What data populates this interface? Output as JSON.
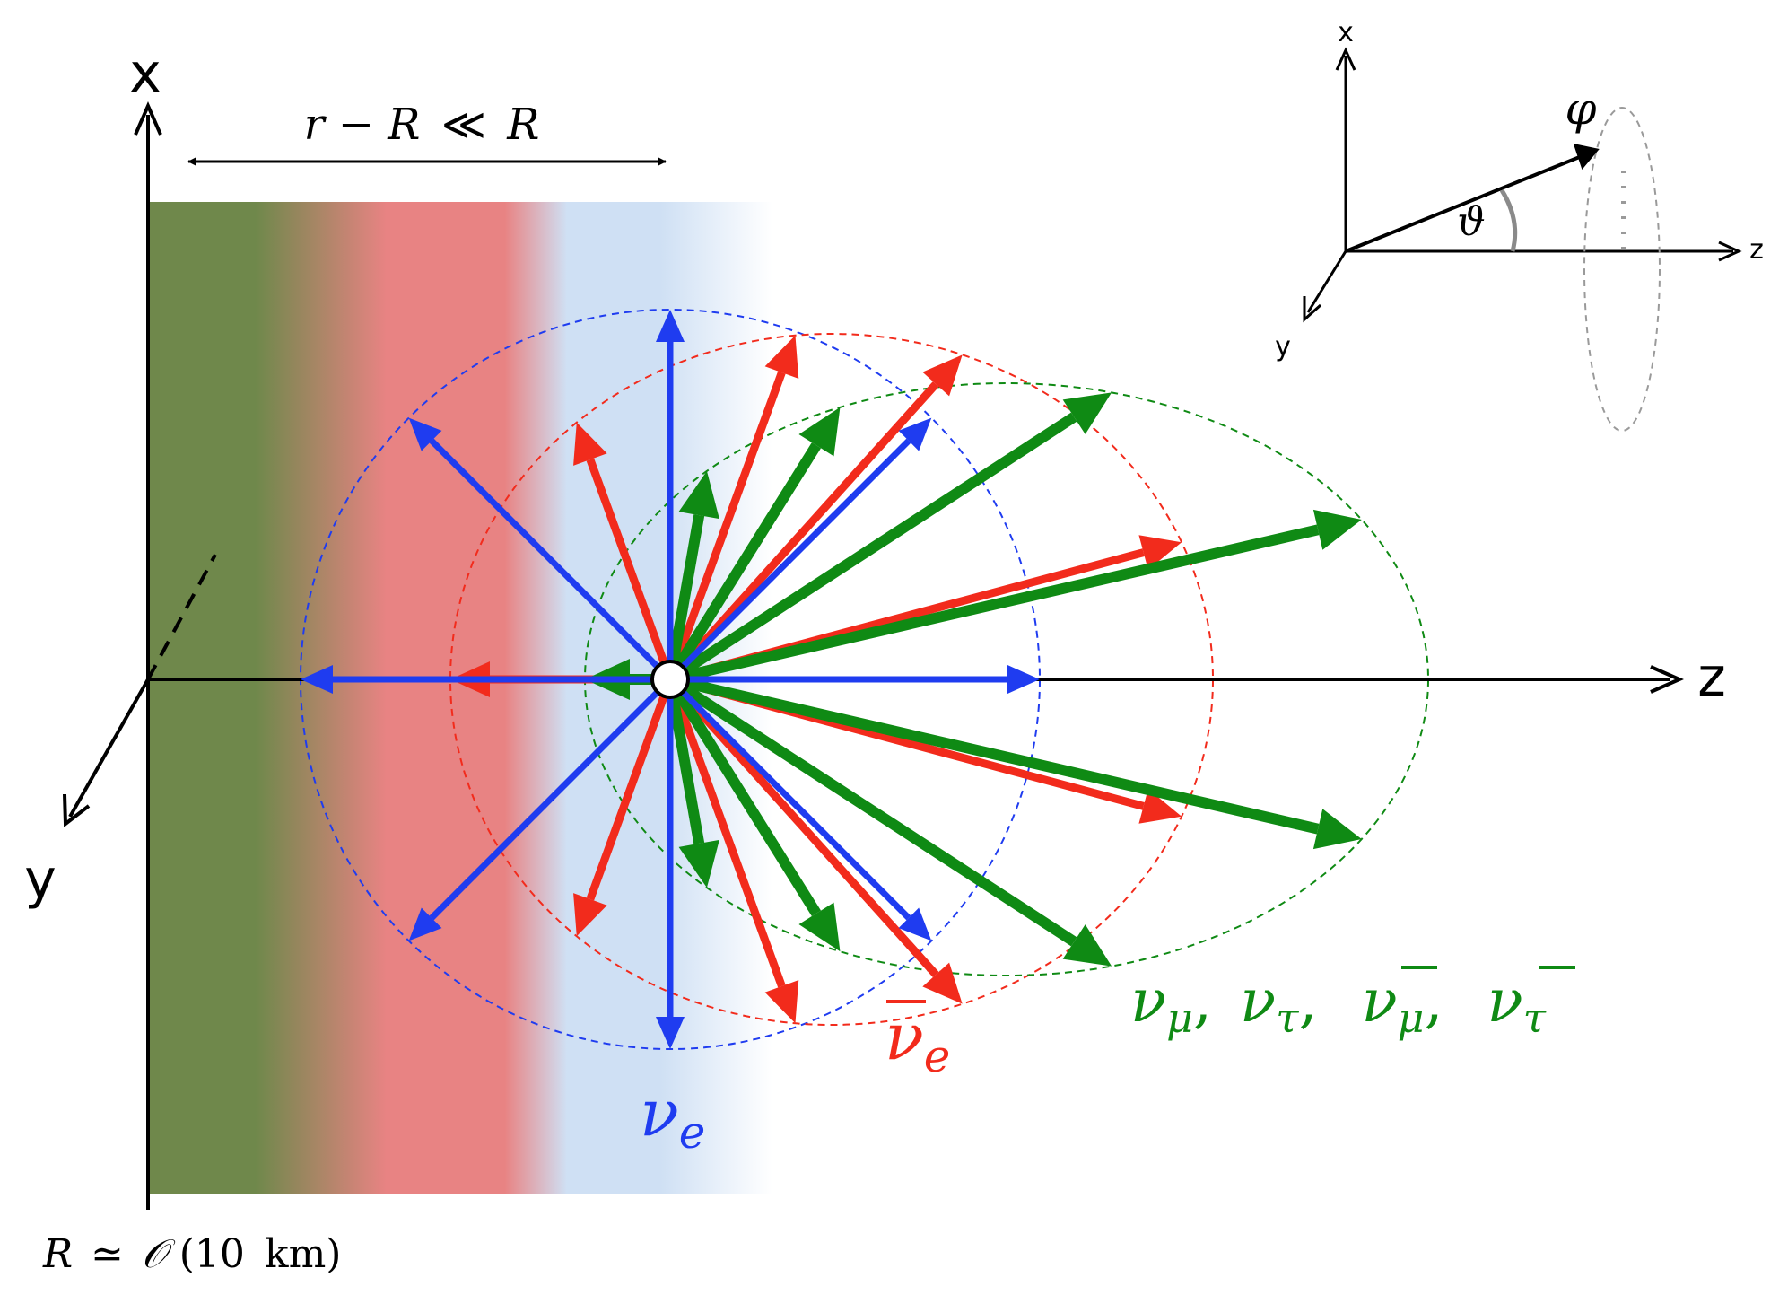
{
  "axes": {
    "x_label": "x",
    "y_label": "y",
    "z_label": "z"
  },
  "annotations": {
    "thickness_lhs": "r − R",
    "thickness_rel": "≪",
    "thickness_rhs": "R",
    "radius_R": "R",
    "radius_sim": "≃",
    "radius_O": "𝒪",
    "radius_value": "(10",
    "radius_unit": "km)"
  },
  "species": {
    "nu_e_symbol": "ν",
    "nu_e_sub": "e",
    "nubar_e_symbol": "ν",
    "nubar_e_sub": "e",
    "nu_x_1": "ν",
    "nu_x_1_sub": "μ",
    "nu_x_2": "ν",
    "nu_x_2_sub": "τ",
    "nu_x_3": "ν",
    "nu_x_3_sub": "μ",
    "nu_x_4": "ν",
    "nu_x_4_sub": "τ",
    "comma": ","
  },
  "inset": {
    "x_label": "x",
    "y_label": "y",
    "z_label": "z",
    "theta_label": "ϑ",
    "phi_label": "φ"
  },
  "colors": {
    "nu_e": "#1f3cf0",
    "nubar_e": "#f22b1c",
    "nu_x": "#0f8a14",
    "core": "#6f884b",
    "red_layer": "#e88383",
    "blue_layer": "#cfe0f4"
  },
  "angular_distribution": {
    "nu_e": {
      "circle_center_dz": 0,
      "circle_rx": 412,
      "circle_ry": 412,
      "arrows_deg": [
        0,
        45,
        90,
        135,
        180,
        -45,
        -90,
        -135
      ]
    },
    "nubar_e": {
      "circle_center_dz": 180,
      "circle_rx": 425,
      "circle_ry": 385,
      "arrows_deg": [
        15,
        48,
        70,
        110,
        180,
        -15,
        -48,
        -70,
        -110
      ]
    },
    "nu_x": {
      "circle_center_dz": 375,
      "circle_rx": 470,
      "circle_ry": 330,
      "arrows_deg": [
        13,
        33,
        58,
        80,
        180,
        -13,
        -33,
        -58,
        -80
      ]
    }
  }
}
